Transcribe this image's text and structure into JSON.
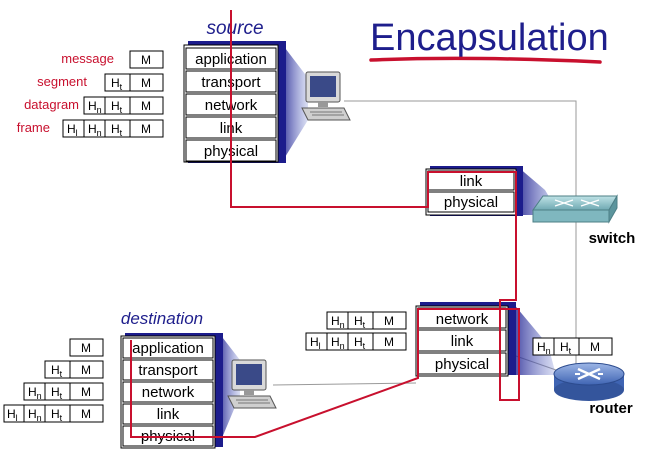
{
  "title": "Encapsulation",
  "source": {
    "label": "source",
    "layers": [
      "application",
      "transport",
      "network",
      "link",
      "physical"
    ]
  },
  "destination": {
    "label": "destination",
    "layers": [
      "application",
      "transport",
      "network",
      "link",
      "physical"
    ]
  },
  "switch": {
    "label": "switch",
    "layers": [
      "link",
      "physical"
    ]
  },
  "router": {
    "label": "router",
    "layers": [
      "network",
      "link",
      "physical"
    ]
  },
  "pdu_names": [
    "message",
    "segment",
    "datagram",
    "frame"
  ],
  "headers": {
    "message": "M",
    "transport": "H",
    "transport_sub": "t",
    "network": "H",
    "network_sub": "n",
    "link": "H",
    "link_sub": "l"
  },
  "colors": {
    "title": "#1e1e8c",
    "accent_red": "#c8102e",
    "stack_shadow": "#1c1c8c",
    "pdu_label": "#c8102e",
    "line_gray": "#9a9a9a"
  },
  "icons": [
    "computer-icon",
    "switch-icon",
    "router-icon"
  ]
}
